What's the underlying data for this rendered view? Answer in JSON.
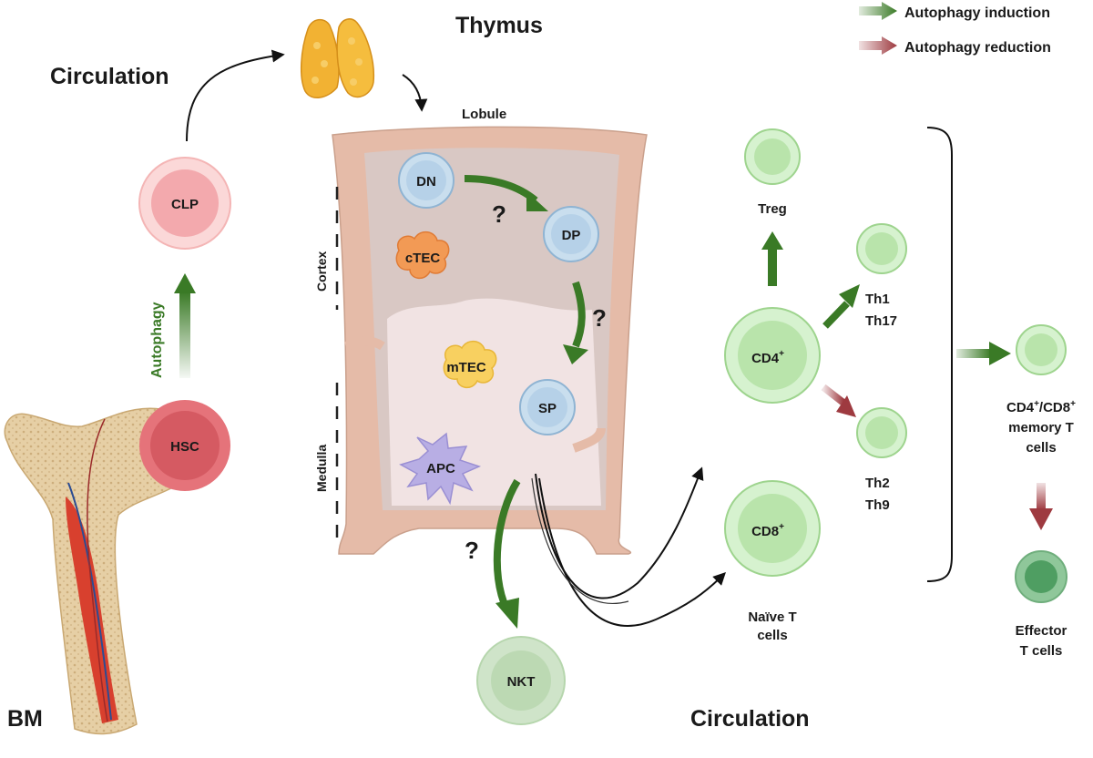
{
  "titles": {
    "thymus": "Thymus",
    "circulation_top": "Circulation",
    "circulation_bottom": "Circulation",
    "bm": "BM",
    "lobule": "Lobule"
  },
  "regions": {
    "cortex": "Cortex",
    "medulla": "Medulla"
  },
  "legend": {
    "induction": "Autophagy induction",
    "reduction": "Autophagy reduction",
    "induction_color": "#3a7a26",
    "reduction_color": "#9e3a40"
  },
  "cells": {
    "hsc": "HSC",
    "clp": "CLP",
    "dn": "DN",
    "dp": "DP",
    "sp": "SP",
    "ctec": "cTEC",
    "mtec": "mTEC",
    "apc": "APC",
    "nkt": "NKT",
    "cd4": "CD4",
    "cd8": "CD8",
    "plus": "+"
  },
  "annotations": {
    "autophagy": "Autophagy",
    "question": "?"
  },
  "labels": {
    "treg": "Treg",
    "th1": "Th1",
    "th17": "Th17",
    "th2": "Th2",
    "th9": "Th9",
    "naive_1": "Naïve T",
    "naive_2": "cells",
    "memory_1": "CD4",
    "memory_plus": "+",
    "memory_slash": "/CD8",
    "memory_plus2": "+",
    "memory_2": "memory T",
    "memory_3": "cells",
    "effector_1": "Effector",
    "effector_2": "T cells"
  }
}
